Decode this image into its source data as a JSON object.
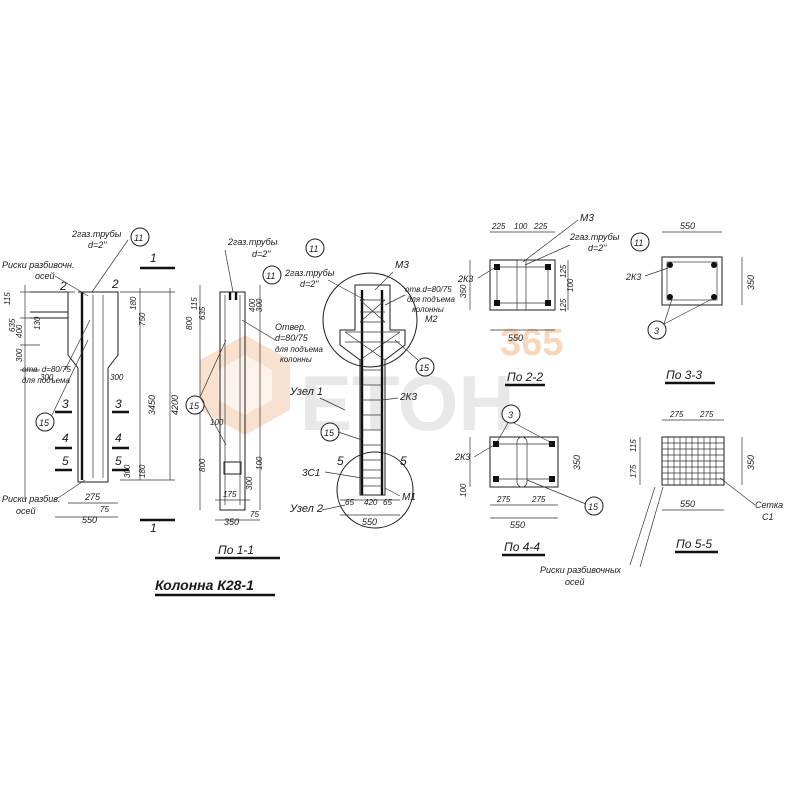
{
  "title": "Колонна К28-1",
  "sections": {
    "s11": "По 1-1",
    "s22": "По 2-2",
    "s33": "По 3-3",
    "s44": "По 4-4",
    "s55": "По 5-5"
  },
  "labels": {
    "gas_pipes": "2газ.трубы",
    "d2": "d=2\"",
    "risk_axes": "Риски разбивочн.",
    "risk_axes_tail": "осей",
    "risk_axes_b": "Риски разбив.",
    "risk_axes_c": "Риски разбивочных",
    "otv1": "отв. d=80/75",
    "otv1_b": "для подъема",
    "otv2": "Отвер.",
    "otv2_b": "d=80/75",
    "otv2_c": "для подъема",
    "otv2_d": "колонны",
    "otv3": "отв.d=80/75",
    "otv3_b": "для подъема",
    "otv3_c": "колонны",
    "m1": "М1",
    "m2": "М2",
    "m3": "М3",
    "k3": "2К3",
    "c1": "3С1",
    "setka": "Сетка",
    "setka_b": "С1",
    "uzel1": "Узел 1",
    "uzel2": "Узел 2",
    "watermark_a": "ЕТОН",
    "watermark_b": "365"
  },
  "callouts": {
    "c11": "11",
    "c15": "15",
    "c3": "3"
  },
  "marks": {
    "n1": "1",
    "n2": "2",
    "n3": "3",
    "n4": "4",
    "n5": "5"
  },
  "dims": {
    "d550": "550",
    "d350": "350",
    "d275": "275",
    "d225": "225",
    "d100": "100",
    "d125": "125",
    "d115": "115",
    "d175": "175",
    "d300": "300",
    "d400": "400",
    "d635": "635",
    "d750": "750",
    "d800": "800",
    "d180": "180",
    "d3450": "3450",
    "d4200": "4200",
    "d420": "420",
    "d65": "65",
    "d75": "75",
    "d130": "130",
    "d175b": "175"
  }
}
